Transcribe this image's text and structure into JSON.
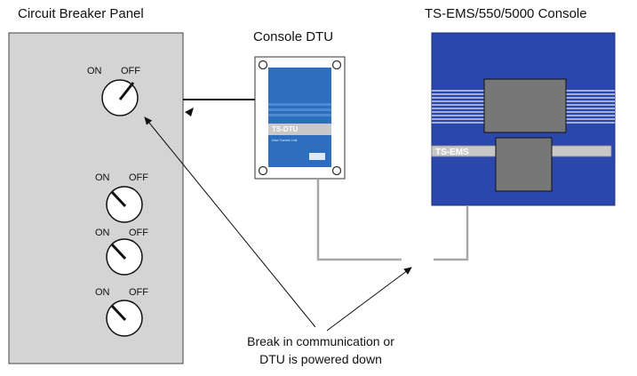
{
  "panel": {
    "title": "Circuit Breaker Panel",
    "switches": [
      {
        "on": "ON",
        "off": "OFF"
      },
      {
        "on": "ON",
        "off": "OFF"
      },
      {
        "on": "ON",
        "off": "OFF"
      },
      {
        "on": "ON",
        "off": "OFF"
      }
    ]
  },
  "dtu": {
    "title": "Console DTU",
    "badge": "TS-DTU",
    "sub_text": "Data Transfer Unit"
  },
  "console": {
    "title": "TS-EMS/550/5000 Console",
    "badge": "TS-EMS"
  },
  "caption": {
    "line1": "Break in communication or",
    "line2": "DTU is powered down"
  },
  "colors": {
    "panel_fill": "#d4d4d4",
    "console_blue": "#2b47ad",
    "dtu_blue": "#2d6fbe",
    "connector_gray": "#a8a8a8",
    "dark_gray": "#777777"
  }
}
